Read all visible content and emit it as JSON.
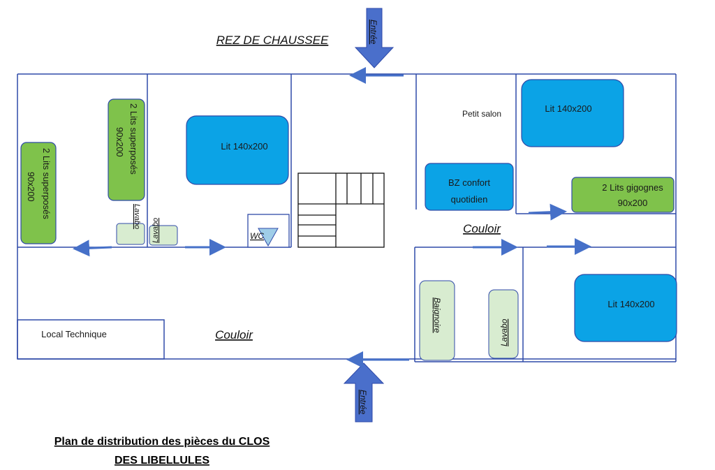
{
  "title": "REZ DE CHAUSSEE",
  "caption": {
    "line1": "Plan de distribution des pièces du CLOS",
    "line2": "DES LIBELLULES"
  },
  "entrances": {
    "top": "Entrée",
    "bottom": "Entrée"
  },
  "rooms": {
    "bunk_left": [
      "2 Lits superposés",
      "90x200"
    ],
    "bunk_mid": [
      "2 Lits superposés",
      "90x200"
    ],
    "lavabo_1": "Lavabo",
    "lavabo_2": "Lavabo",
    "bed_a": "Lit 140x200",
    "wc": "WC",
    "petit_salon": "Petit salon",
    "bz": [
      "BZ confort",
      "quotidien"
    ],
    "bed_b": "Lit 140x200",
    "twin": [
      "2 Lits gigognes",
      "90x200"
    ],
    "couloir_right": "Couloir",
    "baignoire": "Baignoire",
    "lavabo_3": "Lavabo",
    "bed_c": "Lit 140x200",
    "local_technique": "Local Technique",
    "couloir_main": "Couloir"
  },
  "colors": {
    "wall": "#2f4aa8",
    "bed": "#0ba3e6",
    "bunk": "#7fc24b",
    "fixture": "#d8ecd0",
    "arrow": "#4670c8"
  }
}
